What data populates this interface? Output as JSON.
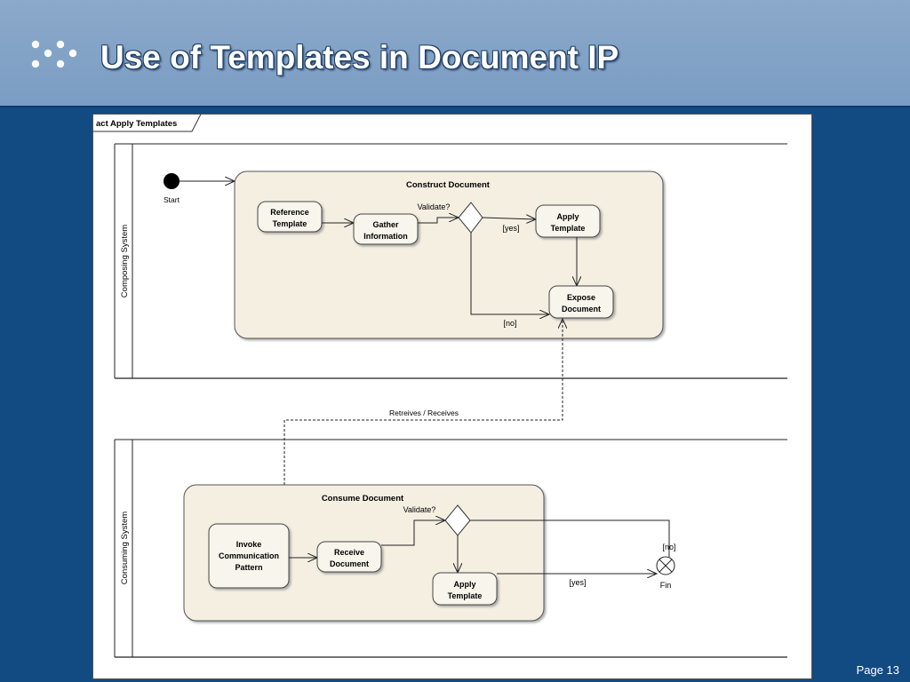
{
  "slide": {
    "title": "Use of Templates in Document IP",
    "page_label": "Page 13"
  },
  "diagram": {
    "frame_label": "act Apply Templates",
    "lanes": {
      "top": "Composing System",
      "bottom": "Consuming System"
    },
    "start_label": "Start",
    "construct": {
      "title": "Construct Document",
      "reference_template": [
        "Reference",
        "Template"
      ],
      "gather_information": [
        "Gather",
        "Information"
      ],
      "validate_label": "Validate?",
      "yes_label": "[yes]",
      "no_label": "[no]",
      "apply_template": [
        "Apply",
        "Template"
      ],
      "expose_document": [
        "Expose",
        "Document"
      ]
    },
    "link_label": "Retreives / Receives",
    "consume": {
      "title": "Consume Document",
      "invoke_pattern": [
        "Invoke",
        "Communication",
        "Pattern"
      ],
      "receive_document": [
        "Receive",
        "Document"
      ],
      "validate_label": "Validate?",
      "apply_template": [
        "Apply",
        "Template"
      ],
      "yes_label": "[yes]",
      "no_label": "[no]",
      "fin_label": "Fin"
    }
  },
  "colors": {
    "background": "#124a82",
    "title_bar": "#8ba9ca",
    "activity_fill": "#f5efe2",
    "node_fill": "#f8f5ec"
  }
}
